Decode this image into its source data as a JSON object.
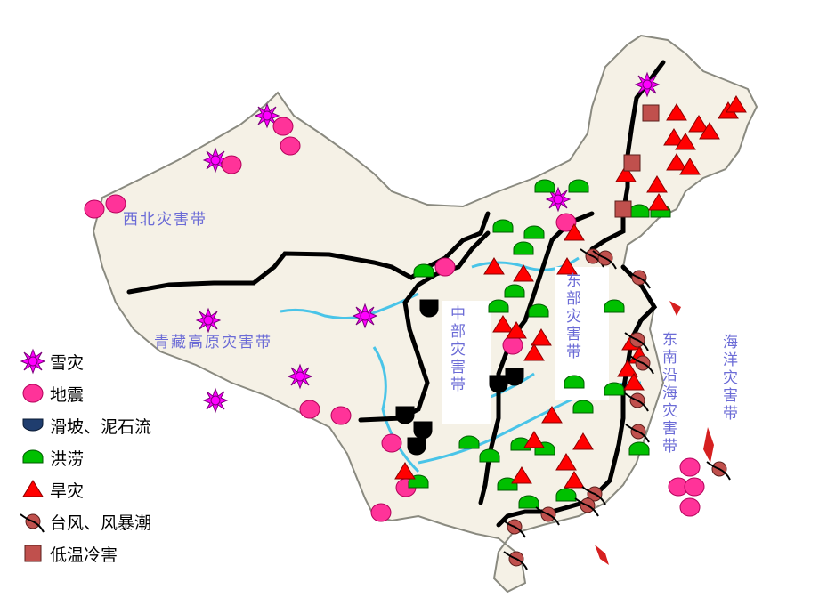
{
  "zones": {
    "northwest": "西北灾害带",
    "tibet": "青藏高原灾害带",
    "central": "中部灾害带",
    "east": "东部灾害带",
    "southeast_coast": "东南沿海灾害带",
    "ocean": "海洋灾害带"
  },
  "legend": [
    {
      "symbol": "snow-star-icon",
      "label": "雪灾",
      "color": "#ff00ff"
    },
    {
      "symbol": "earthquake-circle-icon",
      "label": "地震",
      "color": "#ff3399"
    },
    {
      "symbol": "landslide-icon",
      "label": "滑坡、泥石流",
      "color": "#1f3d6e"
    },
    {
      "symbol": "flood-dome-icon",
      "label": "洪涝",
      "color": "#00c000"
    },
    {
      "symbol": "drought-triangle-icon",
      "label": "旱灾",
      "color": "#ff0000"
    },
    {
      "symbol": "typhoon-icon",
      "label": "台风、风暴潮",
      "color": "#c0504d"
    },
    {
      "symbol": "cold-square-icon",
      "label": "低温冷害",
      "color": "#c0504d"
    }
  ]
}
